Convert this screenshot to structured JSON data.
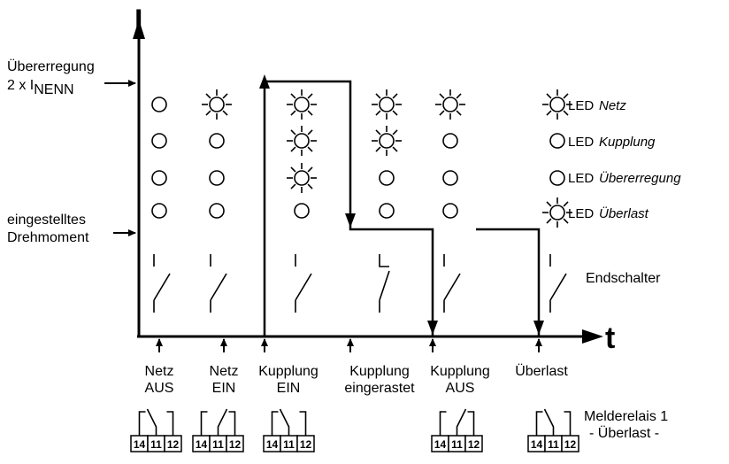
{
  "axes": {
    "y_label": "I",
    "x_label": "t"
  },
  "left_labels": {
    "overexcitation_line1": "Übererregung",
    "overexcitation_line2_prefix": "2 x I",
    "overexcitation_line2_sub": "NENN",
    "torque_line1": "eingestelltes",
    "torque_line2": "Drehmoment"
  },
  "events": [
    {
      "line1": "Netz",
      "line2": "AUS"
    },
    {
      "line1": "Netz",
      "line2": "EIN"
    },
    {
      "line1": "Kupplung",
      "line2": "EIN"
    },
    {
      "line1": "Kupplung",
      "line2": "eingerastet"
    },
    {
      "line1": "Kupplung",
      "line2": "AUS"
    },
    {
      "line1": "Überlast",
      "line2": ""
    }
  ],
  "led_states": [
    [
      false,
      false,
      false,
      false
    ],
    [
      true,
      false,
      false,
      false
    ],
    [
      true,
      true,
      true,
      false
    ],
    [
      true,
      true,
      false,
      false
    ],
    [
      true,
      false,
      false,
      false
    ]
  ],
  "legend": {
    "led_word": "LED",
    "items": [
      {
        "name": "Netz",
        "lit": true
      },
      {
        "name": "Kupplung",
        "lit": false
      },
      {
        "name": "Übererregung",
        "lit": false
      },
      {
        "name": "Überlast",
        "lit": true
      }
    ]
  },
  "endschalter_label": "Endschalter",
  "relay": {
    "label_line1": "Melderelais 1",
    "label_line2": "- Überlast -",
    "terminals": [
      "14",
      "11",
      "12"
    ]
  }
}
